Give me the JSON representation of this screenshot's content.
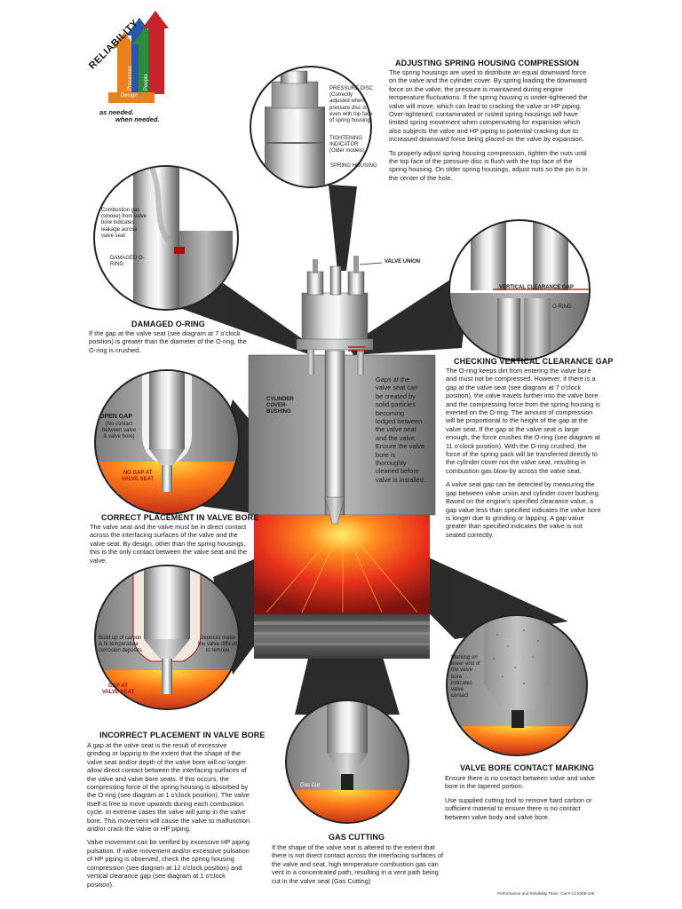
{
  "logo": {
    "reliability": "RELIABILITY",
    "equipment": "Equipment",
    "processes": "Processes",
    "people": "People",
    "design": "Design",
    "tagline_1": "as needed.",
    "tagline_2": "when needed."
  },
  "spring_housing": {
    "title": "ADJUSTING SPRING HOUSING COMPRESSION",
    "para1": "The spring housings are used to distribute an equal downward force on the valve and the cylinder cover. By spring loading the downward force on the valve, the pressure is maintained during engine temperature fluctuations. If the spring housing is under-tightened the valve will move, which can lead to cracking the valve or HP piping. Over-tightened, contaminated or rusted spring housings will have limited spring movement when compensating for expansion which also subjects the valve and HP piping to potential cracking due to increased downward force being placed on the valve by expansion.",
    "para2": "To properly adjust spring housing compression, tighten the nuts until the top face of the pressure disc is flush with the top face of the spring housing. On older spring housings, adjust nuts so the pin is in the center of the hole.",
    "label_pressure_disc": "PRESSURE DISC (Correctly adjusted when pressure disc is even with top face of spring housing)",
    "label_tightening": "TIGHTENING INDICATOR (Older models)",
    "label_spring_housing": "SPRING HOUSING"
  },
  "damaged_oring": {
    "title": "DAMAGED O-RING",
    "text": "If the gap at the valve seat (see diagram at 7 o'clock position) is greater than the diameter of the O-ring, the O-ring is crushed.",
    "label_gas": "Combustion gas (smoke) from valve bore indicates leakage across valve seat",
    "label_oring": "DAMAGED O-RING"
  },
  "valve_union": "VALVE UNION",
  "vertical_gap": {
    "title": "CHECKING VERTICAL CLEARANCE GAP",
    "label_gap": "VERTICAL CLEARANCE GAP",
    "label_oring": "O-RING",
    "para1": "The O-ring keeps dirt from entering the valve bore and must not be compressed. However, if there is a gap at the valve seat (see diagram at 7 o'clock position), the valve travels further into the valve bore and the compressing force from the spring housing is exerted on the O-ring. The amount of compression will be proportional to the height of the gap at the valve seat. If the gap at the valve seat is large enough, the force crushes the O-ring (see diagram at 11 o'clock position). With the O-ring crushed, the force of the spring pack will be transferred directly to the cylinder cover not the valve seat, resulting in combustion gas blow-by across the valve seat.",
    "para2": "A valve seat gap can be detected by measuring the gap between valve union and cylinder cover bushing. Based on the engine's specified clearance value, a gap value less than specified indicates the valve bore is longer due to grinding or lapping. A gap value greater than specified indicates the valve is not seated correctly."
  },
  "center": {
    "cylinder_bushing": "CYLINDER COVER-BUSHING",
    "gaps_text": "Gaps at the valve seat can be created by solid particles becoming lodged between the valve seat and the valve. Ensure the valve bore is thoroughly cleaned before valve is installed."
  },
  "correct_placement": {
    "title": "CORRECT PLACEMENT IN VALVE BORE",
    "text": "The valve seat and the valve must be in direct contact across the interfacing surfaces of the valve and the valve seat. By design, other than the spring housings, this is the only contact between the valve seat and the valve.",
    "label_open": "OPEN GAP",
    "label_open_sub": "(No contact between valve & valve bore)",
    "label_nogap": "NO GAP AT VALVE SEAT"
  },
  "incorrect_placement": {
    "title": "INCORRECT PLACEMENT IN VALVE BORE",
    "para1": "A gap at the valve seat is the result of excessive grinding or lapping to the extent that the shape of the valve seat and/or depth of the valve bore will no longer allow direct contact between the interfacing surfaces of the valve and valve bore seats. If this occurs, the compressing force of the spring housing is absorbed by the O-ring (see diagram at 1 o'clock position). The valve itself is free to move upwards during each combustion cycle. In extreme cases the valve will jump in the valve bore. This movement will cause the valve to malfunction and/or crack the valve or HP piping.",
    "para2": "Valve movement can be verified by excessive HP piping pulsation. If valve movement and/or excessive pulsation of HP piping is observed, check the spring housing compression (see diagram at 12 o'clock position) and vertical clearance gap (see diagram at 1 o'clock position).",
    "label_buildup": "Build up of carbon & hi-temperature corrosion deposits",
    "label_deposits": "Deposits make the valve difficult to remove",
    "label_gap": "GAP AT VALVE SEAT"
  },
  "gas_cutting": {
    "title": "GAS CUTTING",
    "text": "If the shape of the valve seat is altered to the extent that there is not direct contact across the interfacing surfaces of the valve and seat, high temperature combustion gas can vent in a concentrated path, resulting in a vent path being cut in the valve seat (Gas Cutting)",
    "label": "Gas Cut"
  },
  "contact_marking": {
    "title": "VALVE BORE CONTACT MARKING",
    "para1": "Ensure there is no contact between valve and valve bore in the tapered portion.",
    "para2": "Use supplied cutting tool to remove hard carbon or sufficient material to ensure there is no contact between valve body and valve bore.",
    "label": "Marking on lower end of the valve bore indicates valve contact"
  },
  "footer": "Performance and Reliability Team; Cat # 13-2009-105",
  "colors": {
    "accent_red": "#b10d0d",
    "arrow_orange": "#e8821e",
    "arrow_blue": "#2a58a8",
    "arrow_green": "#2e8a3c",
    "arrow_red": "#c8242b",
    "steel_dark": "#8a8a8a",
    "steel_light": "#e2e2e2"
  }
}
